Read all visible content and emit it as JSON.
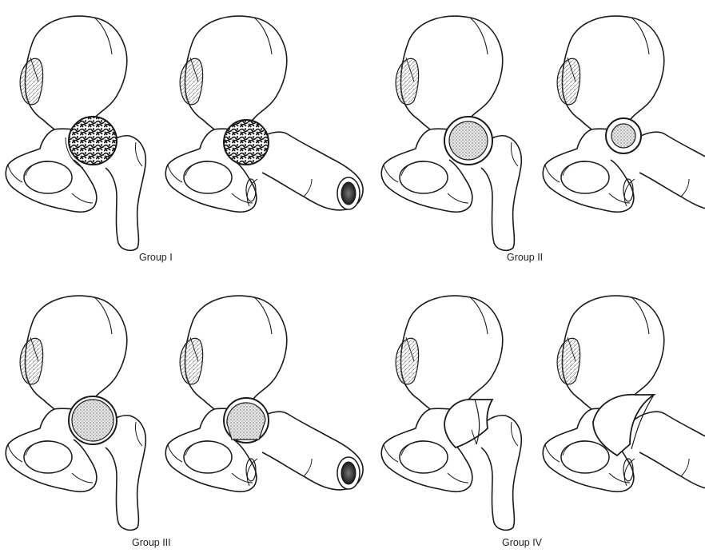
{
  "groups": [
    {
      "label": "Group I",
      "head_style": "cancellous"
    },
    {
      "label": "Group II",
      "head_style": "stippled-small"
    },
    {
      "label": "Group III",
      "head_style": "stippled-large"
    },
    {
      "label": "Group IV",
      "head_style": "shell-cap"
    }
  ],
  "colors": {
    "ink": "#1a1a1a",
    "paper": "#ffffff",
    "stipple": "#cfcfcf",
    "marrow": "#2a2a2a"
  }
}
